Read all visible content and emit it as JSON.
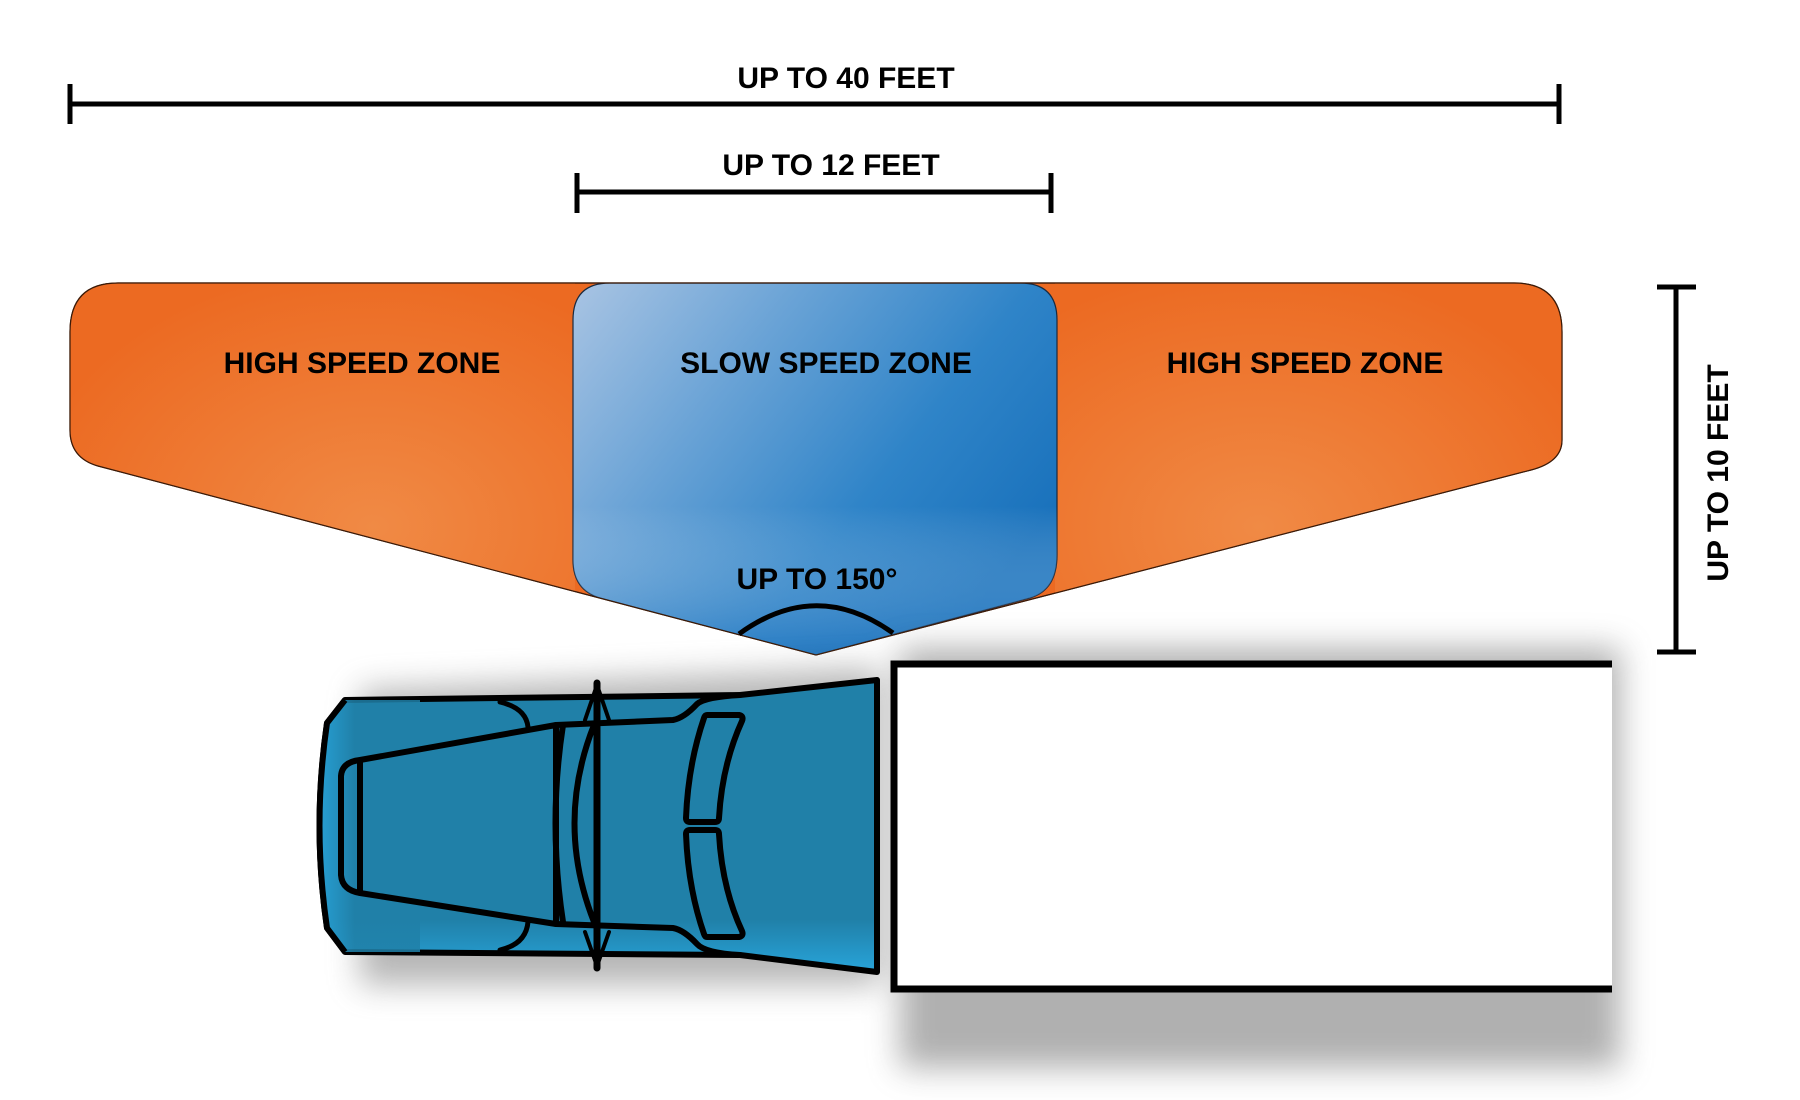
{
  "diagram": {
    "dimensions": {
      "overall_width": {
        "label": "UP TO 40 FEET",
        "value": 40,
        "unit": "feet"
      },
      "slow_zone_width": {
        "label": "UP TO 12 FEET",
        "value": 12,
        "unit": "feet"
      },
      "depth": {
        "label": "UP TO 10 FEET",
        "value": 10,
        "unit": "feet"
      },
      "angle": {
        "label": "UP TO 150°",
        "value": 150,
        "unit": "degrees"
      }
    },
    "zones": [
      {
        "id": "left",
        "label": "HIGH SPEED ZONE",
        "color": "#ec6a22"
      },
      {
        "id": "center",
        "label": "SLOW SPEED ZONE",
        "color": "#1f78c0"
      },
      {
        "id": "right",
        "label": "HIGH SPEED ZONE",
        "color": "#ec6a22"
      }
    ],
    "vehicle": {
      "type": "truck-top-view",
      "cab_color": "#2080a8",
      "box_color": "#ffffff"
    },
    "colors": {
      "orange_edge": "#ec6a22",
      "orange_center": "#f08a45",
      "blue_light": "#a3c0e0",
      "blue_dark": "#1a72bc",
      "cab_main": "#2080a8",
      "cab_highlight": "#28a4da",
      "line": "#000000"
    }
  }
}
